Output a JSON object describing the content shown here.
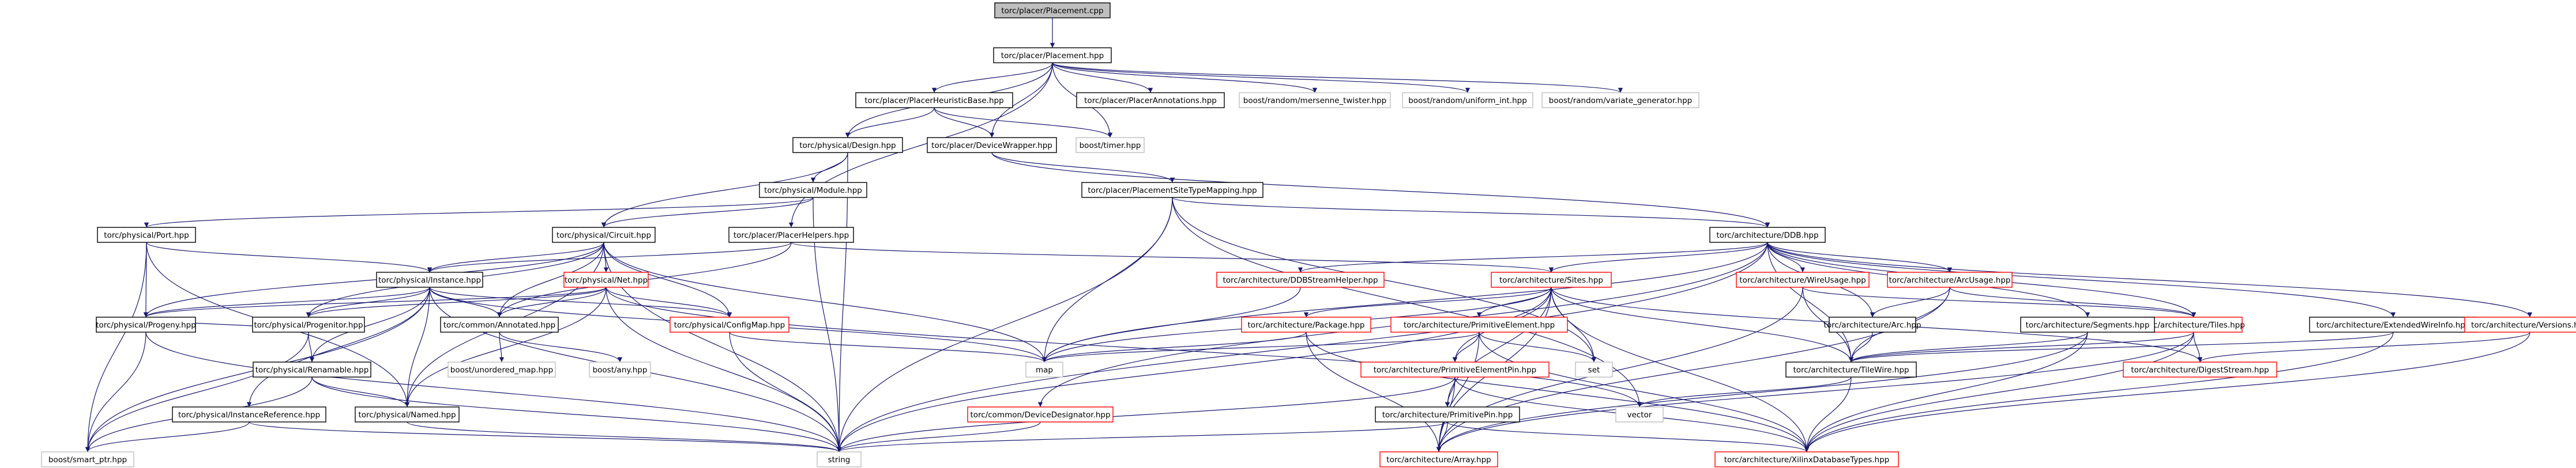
{
  "nodes": [
    {
      "id": "placement_cpp",
      "label": "torc/placer/Placement.cpp",
      "kind": "root"
    },
    {
      "id": "placement_hpp",
      "label": "torc/placer/Placement.hpp",
      "kind": "normal"
    },
    {
      "id": "placerheur",
      "label": "torc/placer/PlacerHeuristicBase.hpp",
      "kind": "normal"
    },
    {
      "id": "placerannot",
      "label": "torc/placer/PlacerAnnotations.hpp",
      "kind": "normal"
    },
    {
      "id": "mersenne",
      "label": "boost/random/mersenne_twister.hpp",
      "kind": "system"
    },
    {
      "id": "uniform_int",
      "label": "boost/random/uniform_int.hpp",
      "kind": "system"
    },
    {
      "id": "variate",
      "label": "boost/random/variate_generator.hpp",
      "kind": "system"
    },
    {
      "id": "design",
      "label": "torc/physical/Design.hpp",
      "kind": "normal"
    },
    {
      "id": "devwrap",
      "label": "torc/placer/DeviceWrapper.hpp",
      "kind": "normal"
    },
    {
      "id": "timer",
      "label": "boost/timer.hpp",
      "kind": "system"
    },
    {
      "id": "module",
      "label": "torc/physical/Module.hpp",
      "kind": "normal"
    },
    {
      "id": "pstm",
      "label": "torc/placer/PlacementSiteTypeMapping.hpp",
      "kind": "normal"
    },
    {
      "id": "port",
      "label": "torc/physical/Port.hpp",
      "kind": "normal"
    },
    {
      "id": "circuit",
      "label": "torc/physical/Circuit.hpp",
      "kind": "normal"
    },
    {
      "id": "phelpers",
      "label": "torc/placer/PlacerHelpers.hpp",
      "kind": "normal"
    },
    {
      "id": "ddb",
      "label": "torc/architecture/DDB.hpp",
      "kind": "normal"
    },
    {
      "id": "instance",
      "label": "torc/physical/Instance.hpp",
      "kind": "normal"
    },
    {
      "id": "net",
      "label": "torc/physical/Net.hpp",
      "kind": "red"
    },
    {
      "id": "ddbstream",
      "label": "torc/architecture/DDBStreamHelper.hpp",
      "kind": "red"
    },
    {
      "id": "sites",
      "label": "torc/architecture/Sites.hpp",
      "kind": "red"
    },
    {
      "id": "wireusage",
      "label": "torc/architecture/WireUsage.hpp",
      "kind": "red"
    },
    {
      "id": "arcusage",
      "label": "torc/architecture/ArcUsage.hpp",
      "kind": "red"
    },
    {
      "id": "progeny",
      "label": "torc/physical/Progeny.hpp",
      "kind": "normal"
    },
    {
      "id": "progenitor",
      "label": "torc/physical/Progenitor.hpp",
      "kind": "normal"
    },
    {
      "id": "annotated",
      "label": "torc/common/Annotated.hpp",
      "kind": "normal"
    },
    {
      "id": "configmap",
      "label": "torc/physical/ConfigMap.hpp",
      "kind": "red"
    },
    {
      "id": "package",
      "label": "torc/architecture/Package.hpp",
      "kind": "red"
    },
    {
      "id": "primelem",
      "label": "torc/architecture/PrimitiveElement.hpp",
      "kind": "red"
    },
    {
      "id": "arc",
      "label": "torc/architecture/Arc.hpp",
      "kind": "normal"
    },
    {
      "id": "tiles",
      "label": "torc/architecture/Tiles.hpp",
      "kind": "red"
    },
    {
      "id": "segments",
      "label": "torc/architecture/Segments.hpp",
      "kind": "normal"
    },
    {
      "id": "extwire",
      "label": "torc/architecture/ExtendedWireInfo.hpp",
      "kind": "normal"
    },
    {
      "id": "versions",
      "label": "torc/architecture/Versions.hpp",
      "kind": "red"
    },
    {
      "id": "renamable",
      "label": "torc/physical/Renamable.hpp",
      "kind": "normal"
    },
    {
      "id": "unordered",
      "label": "boost/unordered_map.hpp",
      "kind": "system"
    },
    {
      "id": "any",
      "label": "boost/any.hpp",
      "kind": "system"
    },
    {
      "id": "map",
      "label": "map",
      "kind": "system"
    },
    {
      "id": "primelempin",
      "label": "torc/architecture/PrimitiveElementPin.hpp",
      "kind": "red"
    },
    {
      "id": "set",
      "label": "set",
      "kind": "system"
    },
    {
      "id": "tilewire",
      "label": "torc/architecture/TileWire.hpp",
      "kind": "normal"
    },
    {
      "id": "digest",
      "label": "torc/architecture/DigestStream.hpp",
      "kind": "red"
    },
    {
      "id": "instref",
      "label": "torc/physical/InstanceReference.hpp",
      "kind": "normal"
    },
    {
      "id": "named",
      "label": "torc/physical/Named.hpp",
      "kind": "normal"
    },
    {
      "id": "devdesig",
      "label": "torc/common/DeviceDesignator.hpp",
      "kind": "red"
    },
    {
      "id": "vector",
      "label": "vector",
      "kind": "system"
    },
    {
      "id": "primpin",
      "label": "torc/architecture/PrimitivePin.hpp",
      "kind": "normal"
    },
    {
      "id": "smartptr",
      "label": "boost/smart_ptr.hpp",
      "kind": "system"
    },
    {
      "id": "string",
      "label": "string",
      "kind": "system"
    },
    {
      "id": "array",
      "label": "torc/architecture/Array.hpp",
      "kind": "red"
    },
    {
      "id": "xilinxdb",
      "label": "torc/architecture/XilinxDatabaseTypes.hpp",
      "kind": "red"
    }
  ],
  "edges": [
    [
      "placement_cpp",
      "placement_hpp"
    ],
    [
      "placement_hpp",
      "placerheur"
    ],
    [
      "placement_hpp",
      "placerannot"
    ],
    [
      "placement_hpp",
      "mersenne"
    ],
    [
      "placement_hpp",
      "uniform_int"
    ],
    [
      "placement_hpp",
      "variate"
    ],
    [
      "placement_hpp",
      "design"
    ],
    [
      "placement_hpp",
      "devwrap"
    ],
    [
      "placement_hpp",
      "timer"
    ],
    [
      "placement_hpp",
      "phelpers"
    ],
    [
      "placerheur",
      "design"
    ],
    [
      "placerheur",
      "devwrap"
    ],
    [
      "placerheur",
      "timer"
    ],
    [
      "design",
      "module"
    ],
    [
      "design",
      "circuit"
    ],
    [
      "design",
      "string"
    ],
    [
      "devwrap",
      "pstm"
    ],
    [
      "devwrap",
      "ddb"
    ],
    [
      "module",
      "port"
    ],
    [
      "module",
      "circuit"
    ],
    [
      "module",
      "string"
    ],
    [
      "pstm",
      "ddb"
    ],
    [
      "pstm",
      "map"
    ],
    [
      "pstm",
      "string"
    ],
    [
      "pstm",
      "set"
    ],
    [
      "pstm",
      "vector"
    ],
    [
      "port",
      "progeny"
    ],
    [
      "port",
      "named"
    ],
    [
      "port",
      "smartptr"
    ],
    [
      "port",
      "instance"
    ],
    [
      "circuit",
      "instance"
    ],
    [
      "circuit",
      "net"
    ],
    [
      "circuit",
      "progeny"
    ],
    [
      "circuit",
      "progenitor"
    ],
    [
      "circuit",
      "annotated"
    ],
    [
      "circuit",
      "configmap"
    ],
    [
      "circuit",
      "named"
    ],
    [
      "circuit",
      "map"
    ],
    [
      "circuit",
      "string"
    ],
    [
      "phelpers",
      "instance"
    ],
    [
      "phelpers",
      "annotated"
    ],
    [
      "phelpers",
      "sites"
    ],
    [
      "ddb",
      "ddbstream"
    ],
    [
      "ddb",
      "sites"
    ],
    [
      "ddb",
      "wireusage"
    ],
    [
      "ddb",
      "arcusage"
    ],
    [
      "ddb",
      "arc"
    ],
    [
      "ddb",
      "tiles"
    ],
    [
      "ddb",
      "segments"
    ],
    [
      "ddb",
      "extwire"
    ],
    [
      "ddb",
      "versions"
    ],
    [
      "ddb",
      "map"
    ],
    [
      "ddb",
      "string"
    ],
    [
      "ddb",
      "devdesig"
    ],
    [
      "ddb",
      "tilewire"
    ],
    [
      "instance",
      "progeny"
    ],
    [
      "instance",
      "progenitor"
    ],
    [
      "instance",
      "annotated"
    ],
    [
      "instance",
      "configmap"
    ],
    [
      "instance",
      "renamable"
    ],
    [
      "instance",
      "instref"
    ],
    [
      "instance",
      "named"
    ],
    [
      "instance",
      "smartptr"
    ],
    [
      "instance",
      "string"
    ],
    [
      "instance",
      "map"
    ],
    [
      "net",
      "progeny"
    ],
    [
      "net",
      "progenitor"
    ],
    [
      "net",
      "annotated"
    ],
    [
      "net",
      "configmap"
    ],
    [
      "net",
      "named"
    ],
    [
      "net",
      "string"
    ],
    [
      "net",
      "vector"
    ],
    [
      "ddbstream",
      "map"
    ],
    [
      "sites",
      "package"
    ],
    [
      "sites",
      "primelem"
    ],
    [
      "sites",
      "primelempin"
    ],
    [
      "sites",
      "primpin"
    ],
    [
      "sites",
      "array"
    ],
    [
      "sites",
      "map"
    ],
    [
      "sites",
      "set"
    ],
    [
      "sites",
      "xilinxdb"
    ],
    [
      "sites",
      "tilewire"
    ],
    [
      "sites",
      "digest"
    ],
    [
      "sites",
      "string"
    ],
    [
      "wireusage",
      "tilewire"
    ],
    [
      "wireusage",
      "tiles"
    ],
    [
      "wireusage",
      "array"
    ],
    [
      "arcusage",
      "arc"
    ],
    [
      "arcusage",
      "tiles"
    ],
    [
      "arcusage",
      "tilewire"
    ],
    [
      "arcusage",
      "array"
    ],
    [
      "progeny",
      "smartptr"
    ],
    [
      "progeny",
      "string"
    ],
    [
      "progenitor",
      "renamable"
    ],
    [
      "progenitor",
      "progeny"
    ],
    [
      "progenitor",
      "smartptr"
    ],
    [
      "annotated",
      "unordered"
    ],
    [
      "annotated",
      "any"
    ],
    [
      "configmap",
      "map"
    ],
    [
      "configmap",
      "string"
    ],
    [
      "package",
      "map"
    ],
    [
      "package",
      "array"
    ],
    [
      "package",
      "xilinxdb"
    ],
    [
      "primelem",
      "primelempin"
    ],
    [
      "primelem",
      "array"
    ],
    [
      "primelem",
      "set"
    ],
    [
      "primelem",
      "map"
    ],
    [
      "primelem",
      "xilinxdb"
    ],
    [
      "arc",
      "tilewire"
    ],
    [
      "tiles",
      "digest"
    ],
    [
      "tiles",
      "array"
    ],
    [
      "tiles",
      "xilinxdb"
    ],
    [
      "tiles",
      "tilewire"
    ],
    [
      "segments",
      "tilewire"
    ],
    [
      "segments",
      "array"
    ],
    [
      "segments",
      "xilinxdb"
    ],
    [
      "extwire",
      "tilewire"
    ],
    [
      "extwire",
      "xilinxdb"
    ],
    [
      "versions",
      "digest"
    ],
    [
      "versions",
      "xilinxdb"
    ],
    [
      "renamable",
      "named"
    ],
    [
      "renamable",
      "smartptr"
    ],
    [
      "renamable",
      "string"
    ],
    [
      "primelempin",
      "primpin"
    ],
    [
      "primelempin",
      "array"
    ],
    [
      "primelempin",
      "xilinxdb"
    ],
    [
      "primelempin",
      "string"
    ],
    [
      "tilewire",
      "xilinxdb"
    ],
    [
      "tilewire",
      "vector"
    ],
    [
      "instref",
      "smartptr"
    ],
    [
      "instref",
      "string"
    ],
    [
      "named",
      "string"
    ],
    [
      "devdesig",
      "string"
    ],
    [
      "primpin",
      "array"
    ],
    [
      "primpin",
      "xilinxdb"
    ],
    [
      "primpin",
      "string"
    ]
  ]
}
